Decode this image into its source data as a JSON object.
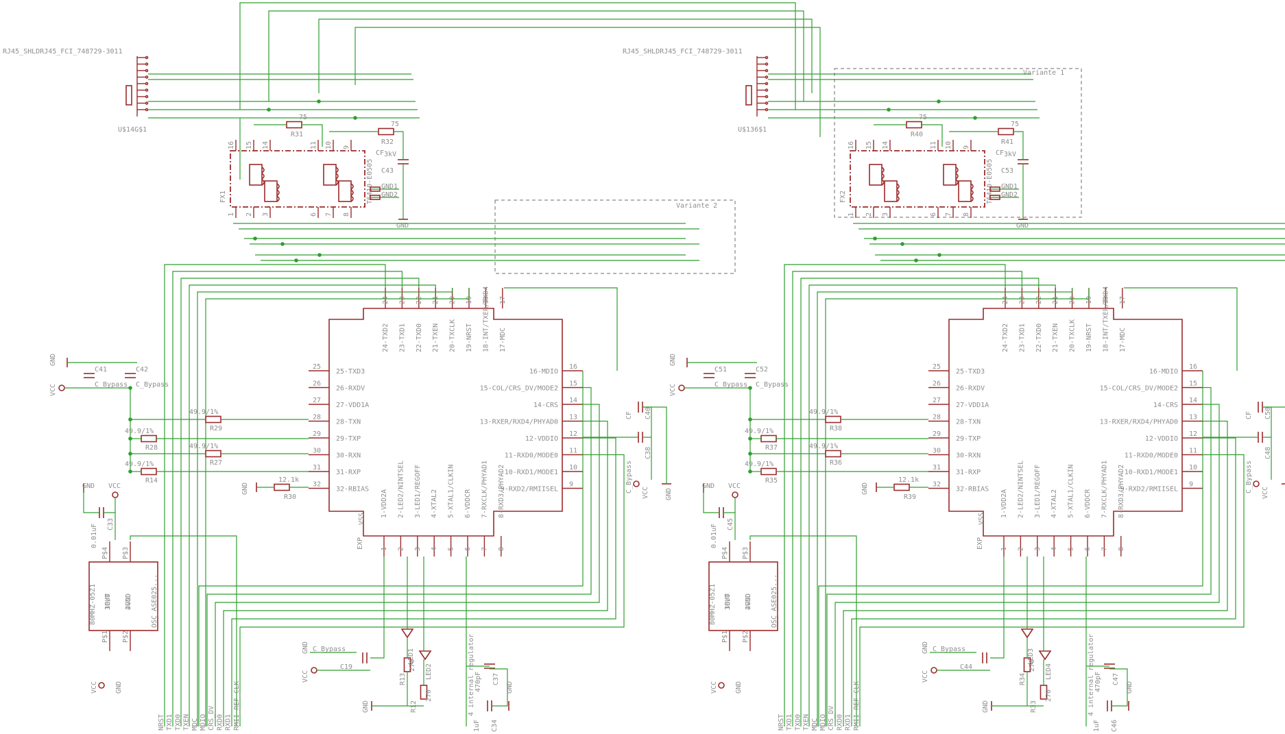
{
  "schematic": {
    "frames": [
      "Variante 1",
      "Variante 2"
    ],
    "connectors": [
      {
        "part_number": "RJ45_SHLDRJ45_FCI_748729-3011",
        "ref": "U$14G$1"
      },
      {
        "part_number": "RJ45_SHLDRJ45_FCI_748729-3011",
        "ref": "U$136$1"
      }
    ],
    "transformers": [
      {
        "ref": "FX1",
        "type": "T6410-E0505",
        "pins_top": [
          "16",
          "15",
          "14",
          "11",
          "10",
          "9"
        ],
        "pins_bottom": [
          "1",
          "2",
          "3",
          "6",
          "7",
          "8"
        ]
      },
      {
        "ref": "FX2",
        "type": "T6410-E0505",
        "pins_top": [
          "16",
          "15",
          "14",
          "11",
          "10",
          "9"
        ],
        "pins_bottom": [
          "1",
          "2",
          "3",
          "6",
          "7",
          "8"
        ]
      }
    ],
    "phy_pins_left": [
      "25-TXD3",
      "26-RXDV",
      "27-VDD1A",
      "28-TXN",
      "29-TXP",
      "30-RXN",
      "31-RXP",
      "32-RBIAS"
    ],
    "phy_pins_left_num": [
      "25",
      "26",
      "27",
      "28",
      "29",
      "30",
      "31",
      "32"
    ],
    "phy_pins_top": [
      "24-TXD2",
      "23-TXD1",
      "22-TXD0",
      "21-TXEN",
      "20-TXCLK",
      "19-NRST",
      "18-INT/TXER/TXD4",
      "17-MDC"
    ],
    "phy_pins_top_num": [
      "24",
      "23",
      "22",
      "21",
      "20",
      "19",
      "18",
      "17"
    ],
    "phy_pins_right": [
      "16-MDIO",
      "15-COL/CRS_DV/MODE2",
      "14-CRS",
      "13-RXER/RXD4/PHYAD0",
      "12-VDDIO",
      "11-RXD0/MODE0",
      "10-RXD1/MODE1",
      "9-RXD2/RMIISEL"
    ],
    "phy_pins_right_num": [
      "16",
      "15",
      "14",
      "13",
      "12",
      "11",
      "10",
      "9"
    ],
    "phy_pins_bottom": [
      "1-VDD2A",
      "2-LED2/NINTSEL",
      "3-LED1/REGOFF",
      "4-XTAL2",
      "5-XTAL1/CLKIN",
      "6-VDDCR",
      "7-RXCLK/PHYAD1",
      "8-RXD3/PHYAD2"
    ],
    "phy_pins_bottom_num": [
      "1",
      "2",
      "3",
      "4",
      "5",
      "6",
      "7",
      "8"
    ],
    "vss": "VSS",
    "exp": "EXP",
    "osc": {
      "label": "OSC_ASE025...",
      "pins": [
        "1E/D",
        "2GND",
        "3OUT",
        "4VDD"
      ],
      "pads": [
        "P$4",
        "P$3",
        "P$1",
        "P$2"
      ],
      "part": "80MHZ-05Z1"
    },
    "bus_labels": [
      "NRST",
      "TXD1",
      "TXD0",
      "TXEN",
      "MDC",
      "MDIO",
      "CRS_DV",
      "RXD0",
      "RXD1",
      "RMII_REF_CLK"
    ],
    "annotation": "4 internal regulator",
    "nets": [
      "GND",
      "VCC",
      "GND1",
      "GND2",
      "CF",
      "3kV",
      "C_Bypass"
    ],
    "left_channel": {
      "resistors": [
        {
          "ref": "R31",
          "value": "75"
        },
        {
          "ref": "R32",
          "value": "75"
        },
        {
          "ref": "R29",
          "value": "49.9/1%"
        },
        {
          "ref": "R28",
          "value": "49.9/1%"
        },
        {
          "ref": "R27",
          "value": "49.9/1%"
        },
        {
          "ref": "R14",
          "value": "49.9/1%"
        },
        {
          "ref": "R30",
          "value": "12.1k"
        },
        {
          "ref": "R13",
          "value": "270"
        },
        {
          "ref": "R12",
          "value": "270"
        }
      ],
      "caps": [
        {
          "ref": "C43",
          "value": "3kV"
        },
        {
          "ref": "C41",
          "value": "C_Bypass"
        },
        {
          "ref": "C42",
          "value": "C_Bypass"
        },
        {
          "ref": "C40",
          "value": "CF"
        },
        {
          "ref": "C38",
          "value": "C_Bypass"
        },
        {
          "ref": "C33",
          "value": "0.01uF"
        },
        {
          "ref": "C19",
          "value": "C_Bypass"
        },
        {
          "ref": "C37",
          "value": "470pF"
        },
        {
          "ref": "C34",
          "value": "1uF"
        }
      ],
      "leds": [
        "LED1",
        "LED2"
      ]
    },
    "right_channel": {
      "resistors": [
        {
          "ref": "R40",
          "value": "75"
        },
        {
          "ref": "R41",
          "value": "75"
        },
        {
          "ref": "R38",
          "value": "49.9/1%"
        },
        {
          "ref": "R37",
          "value": "49.9/1%"
        },
        {
          "ref": "R36",
          "value": "49.9/1%"
        },
        {
          "ref": "R35",
          "value": "49.9/1%"
        },
        {
          "ref": "R39",
          "value": "12.1k"
        },
        {
          "ref": "R34",
          "value": "270"
        },
        {
          "ref": "R33",
          "value": "270"
        }
      ],
      "caps": [
        {
          "ref": "C53",
          "value": "3kV"
        },
        {
          "ref": "C51",
          "value": "C_Bypass"
        },
        {
          "ref": "C52",
          "value": "C_Bypass"
        },
        {
          "ref": "C50",
          "value": "CF"
        },
        {
          "ref": "C48",
          "value": "C_Bypass"
        },
        {
          "ref": "C45",
          "value": "0.01uF"
        },
        {
          "ref": "C44",
          "value": "C_Bypass"
        },
        {
          "ref": "C47",
          "value": "470pF"
        },
        {
          "ref": "C46",
          "value": "1uF"
        }
      ],
      "leds": [
        "LED3",
        "LED4"
      ]
    }
  }
}
